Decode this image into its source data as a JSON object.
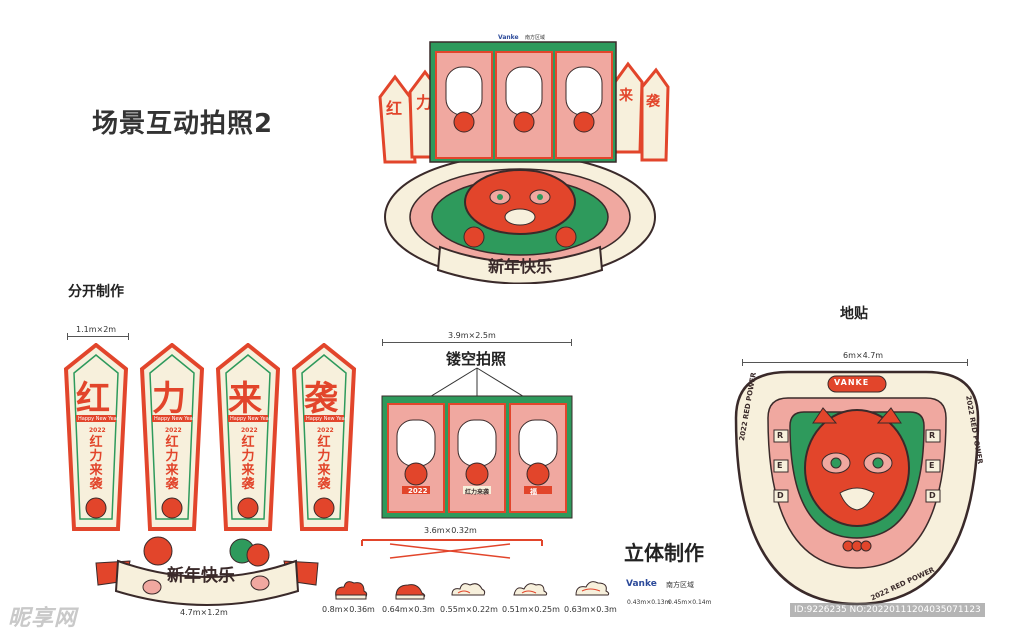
{
  "page": {
    "title": "场景互动拍照2",
    "sections": {
      "separate": "分开制作",
      "floor": "地贴",
      "hollow": "镂空拍照",
      "three_d": "立体制作"
    }
  },
  "brand": {
    "vanke": "Vanke",
    "vanke_caps": "VANKE",
    "region": "南方区域"
  },
  "banners": {
    "chars": [
      "红",
      "力",
      "来",
      "袭"
    ],
    "happy": "Happy New Year",
    "year": "2022",
    "slogan": [
      "红",
      "力",
      "来",
      "袭"
    ],
    "size": "1.1m×2m"
  },
  "frames": {
    "size": "3.9m×2.5m",
    "base_size": "3.6m×0.32m",
    "tag_year": "2022",
    "tag_slogan": "红力来袭",
    "tag_fu": "福"
  },
  "ribbon": {
    "text": "新年快乐",
    "size": "4.7m×1.2m"
  },
  "floor_sticker": {
    "size": "6m×4.7m",
    "ring_text": "2022 RED POWER",
    "letters": [
      "R",
      "E",
      "D",
      "R",
      "E",
      "D"
    ]
  },
  "small_pieces": [
    {
      "label": "0.8m×0.36m",
      "icon": "cloud-red-icon"
    },
    {
      "label": "0.64m×0.3m",
      "icon": "cloud-red-icon"
    },
    {
      "label": "0.55m×0.22m",
      "icon": "cloud-outline-icon"
    },
    {
      "label": "0.51m×0.25m",
      "icon": "cloud-outline-icon"
    },
    {
      "label": "0.63m×0.3m",
      "icon": "cloud-outline-icon"
    }
  ],
  "logo_pieces": [
    {
      "text": "Vanke",
      "size": "0.43m×0.13m"
    },
    {
      "text": "南方区域",
      "size": "0.45m×0.14m"
    }
  ],
  "watermark": {
    "site": "昵享网",
    "id": "ID:9226235 NO:20220111204035071123"
  },
  "colors": {
    "red": "#e2452b",
    "green": "#2e9a5c",
    "pink": "#f0a8a0",
    "cream": "#f7f0dc",
    "dark": "#3a2a2a"
  }
}
